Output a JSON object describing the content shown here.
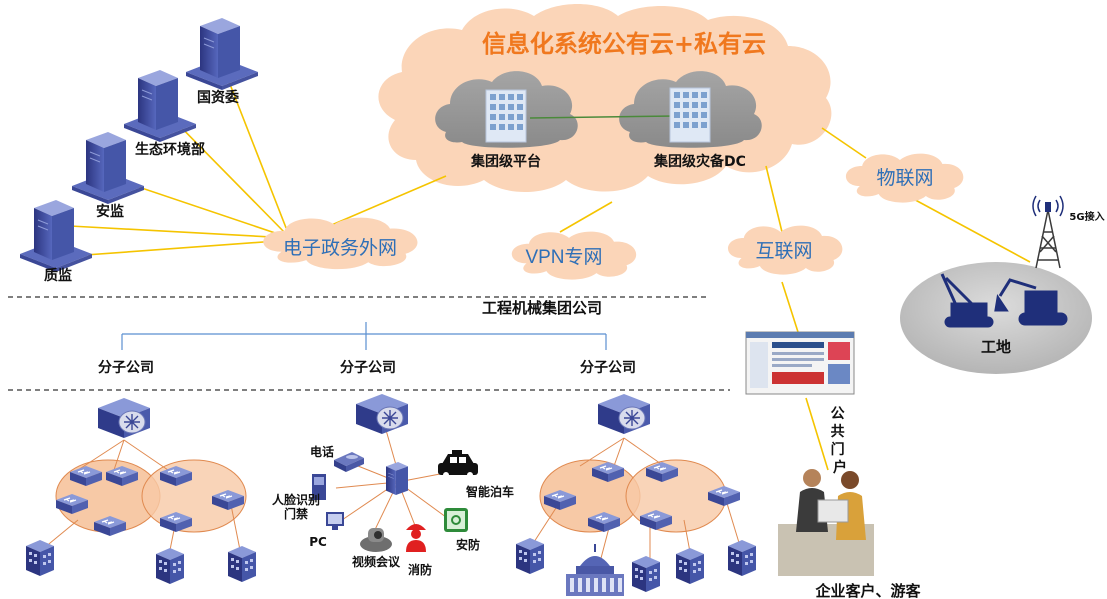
{
  "cloud_title": "信息化系统公有云+私有云",
  "private_cloud": {
    "platform_label": "集团级平台",
    "dr_label": "集团级灾备DC"
  },
  "networks": {
    "egov": "电子政务外网",
    "vpn": "VPN专网",
    "internet": "互联网",
    "iot": "物联网"
  },
  "government": {
    "sasac": "国资委",
    "ecology": "生态环境部",
    "safety": "安监",
    "quality": "质监"
  },
  "group_company": "工程机械集团公司",
  "subsidiaries": [
    "分子公司",
    "分子公司",
    "分子公司"
  ],
  "middle_devices": {
    "phone": "电话",
    "face_access": "人脸识别门禁",
    "pc": "PC",
    "video_conf": "视频会议",
    "fire": "消防",
    "security": "安防",
    "parking": "智能泊车"
  },
  "portal": "公共门户",
  "customers": "企业客户、游客",
  "site": {
    "label": "工地",
    "tower": "5G接入"
  },
  "colors": {
    "cloud_fill": "#fbdcc4",
    "cloud_title": "#f0781e",
    "network_text": "#2e6fb7",
    "link_yellow": "#f5c400",
    "server_blue": "#3f4f9f",
    "ring_fill": "#f7c9a6",
    "site_fill": "#c8c8c8"
  }
}
